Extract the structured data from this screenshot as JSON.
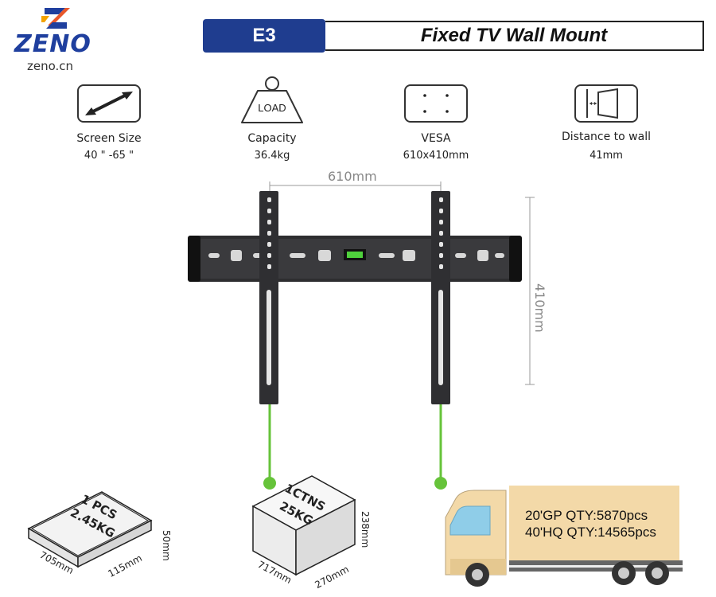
{
  "brand": {
    "name": "ZENO",
    "url": "zeno.cn"
  },
  "header": {
    "model": "E3",
    "title": "Fixed TV Wall Mount"
  },
  "specs": [
    {
      "icon": "screen-size-icon",
      "label": "Screen Size",
      "value": "40 \" -65 \""
    },
    {
      "icon": "load-weight-icon",
      "icon_text": "LOAD",
      "label": "Capacity",
      "value": "36.4kg"
    },
    {
      "icon": "vesa-pattern-icon",
      "label": "VESA",
      "value": "610x410mm"
    },
    {
      "icon": "wall-distance-icon",
      "label": "Distance to wall",
      "value": "41mm"
    }
  ],
  "product": {
    "width_dim": "610mm",
    "height_dim": "410mm"
  },
  "package": {
    "single": {
      "label_line1": "1 PCS",
      "label_line2": "2.45KG",
      "dim_length": "705mm",
      "dim_width": "115mm",
      "dim_height": "50mm"
    },
    "carton": {
      "label_line1": "1CTNS",
      "label_line2": "25KG",
      "dim_length": "717mm",
      "dim_width": "270mm",
      "dim_height": "238mm"
    }
  },
  "shipping": {
    "qty_20gp": "20'GP QTY:5870pcs",
    "qty_40hq": "40'HQ QTY:14565pcs"
  },
  "colors": {
    "brand_blue": "#1f3d8f",
    "accent_green": "#66c33a",
    "truck_cargo": "#f3d9a8"
  }
}
